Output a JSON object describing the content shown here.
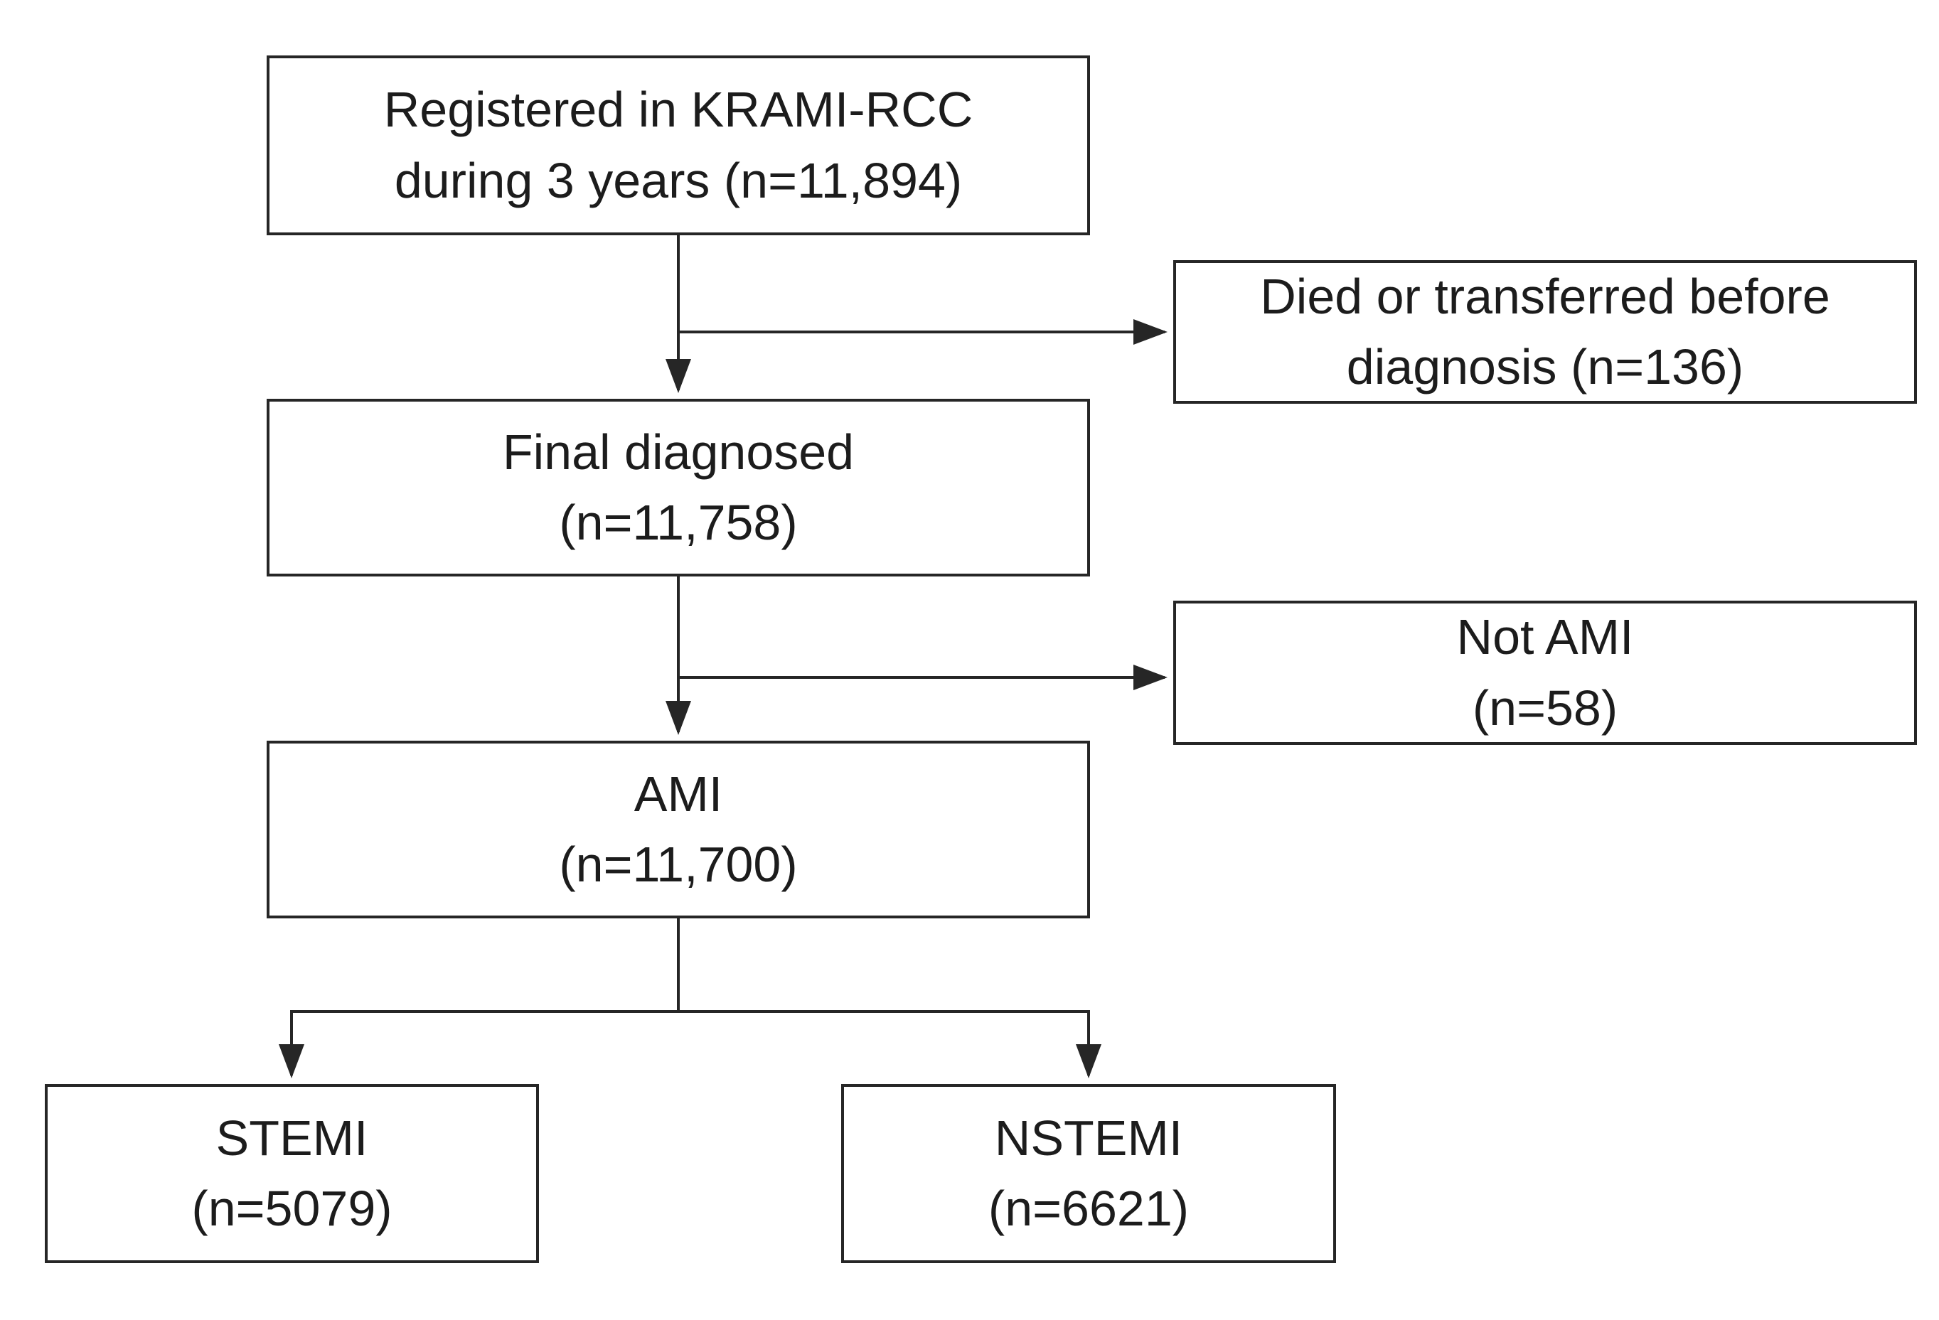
{
  "diagram_type": "flowchart",
  "colors": {
    "background": "#ffffff",
    "box_border": "#262626",
    "line": "#262626",
    "text": "#1c1c1c"
  },
  "nodes": {
    "registered": {
      "line1": "Registered in KRAMI-RCC",
      "line2": "during 3 years (n=11,894)",
      "n": "11,894"
    },
    "died": {
      "line1": "Died or transferred before",
      "line2": "diagnosis (n=136)",
      "n": "136"
    },
    "final": {
      "line1": "Final diagnosed",
      "line2": "(n=11,758)",
      "n": "11,758"
    },
    "notami": {
      "line1": "Not AMI",
      "line2": "(n=58)",
      "n": "58"
    },
    "ami": {
      "line1": "AMI",
      "line2": "(n=11,700)",
      "n": "11,700"
    },
    "stemi": {
      "line1": "STEMI",
      "line2": "(n=5079)",
      "n": "5079"
    },
    "nstemi": {
      "line1": "NSTEMI",
      "line2": "(n=6621)",
      "n": "6621"
    }
  },
  "edges": [
    {
      "from": "registered",
      "to": "final",
      "style": "arrow-down"
    },
    {
      "from": "registered",
      "to": "died",
      "style": "arrow-branch-right"
    },
    {
      "from": "final",
      "to": "ami",
      "style": "arrow-down"
    },
    {
      "from": "final",
      "to": "notami",
      "style": "arrow-branch-right"
    },
    {
      "from": "ami",
      "to": "stemi",
      "style": "arrow-split-left"
    },
    {
      "from": "ami",
      "to": "nstemi",
      "style": "arrow-split-right"
    }
  ]
}
